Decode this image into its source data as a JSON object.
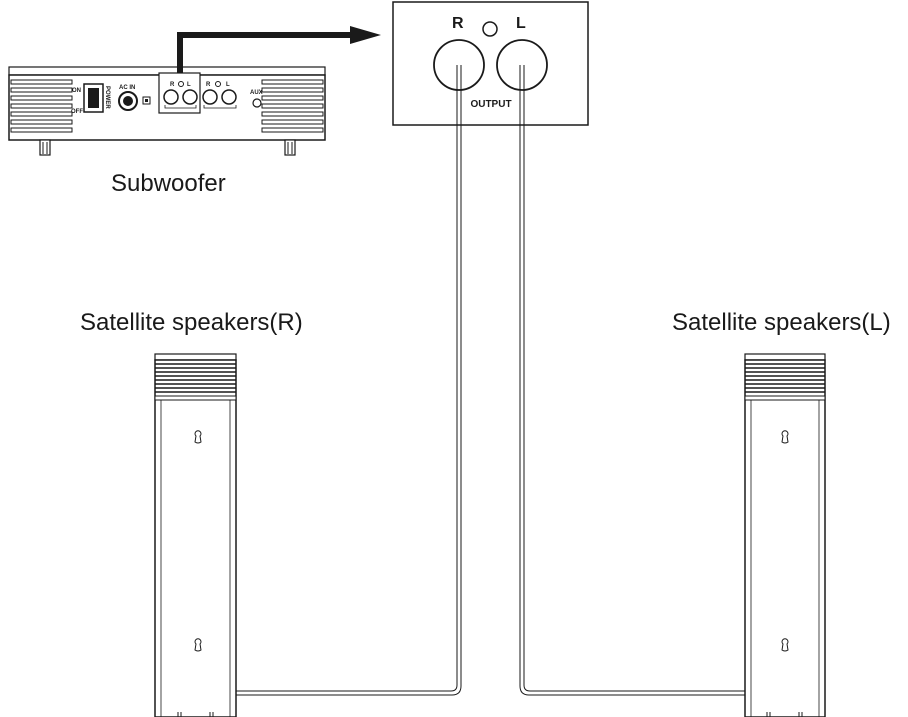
{
  "labels": {
    "subwoofer": "Subwoofer",
    "satellite_right": "Satellite speakers(R)",
    "satellite_left": "Satellite speakers(L)"
  },
  "output_panel": {
    "port_r": "R",
    "port_l": "L",
    "caption": "OUTPUT"
  },
  "subwoofer_panel": {
    "switch_on": "ON",
    "switch_off": "OFF",
    "power": "POWER",
    "ac_in": "AC IN",
    "out_r": "R",
    "out_l": "L",
    "in_r": "R",
    "in_l": "L",
    "aux": "AUX"
  }
}
